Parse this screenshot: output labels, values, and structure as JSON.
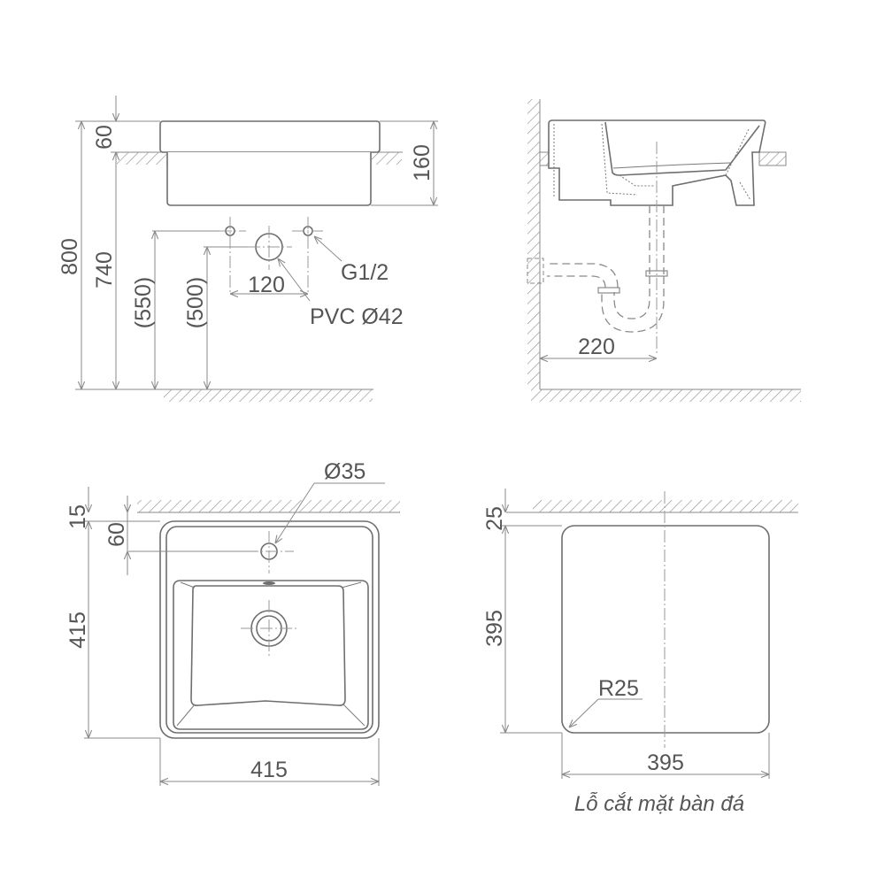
{
  "front_view": {
    "dim_total_height": "800",
    "dim_counter_height": "740",
    "dim_rim_above_counter": "60",
    "dim_basin_depth": "160",
    "dim_supply_height": "(550)",
    "dim_waste_height": "(500)",
    "dim_supply_spacing": "120",
    "label_supply": "G1/2",
    "label_waste": "PVC Ø42"
  },
  "side_view": {
    "dim_trap_to_wall": "220"
  },
  "top_view": {
    "dim_wall_gap": "15",
    "dim_tap_hole_offset": "60",
    "dim_depth": "415",
    "dim_width": "415",
    "label_tap_hole": "Ø35"
  },
  "cutout_view": {
    "dim_wall_gap": "25",
    "dim_depth": "395",
    "dim_width": "395",
    "label_corner_radius": "R25",
    "caption": "Lỗ cắt mặt bàn đá"
  },
  "colors": {
    "line": "#6e6e6e",
    "dimension": "#8a8a8a",
    "text": "#555555",
    "background": "#ffffff"
  }
}
